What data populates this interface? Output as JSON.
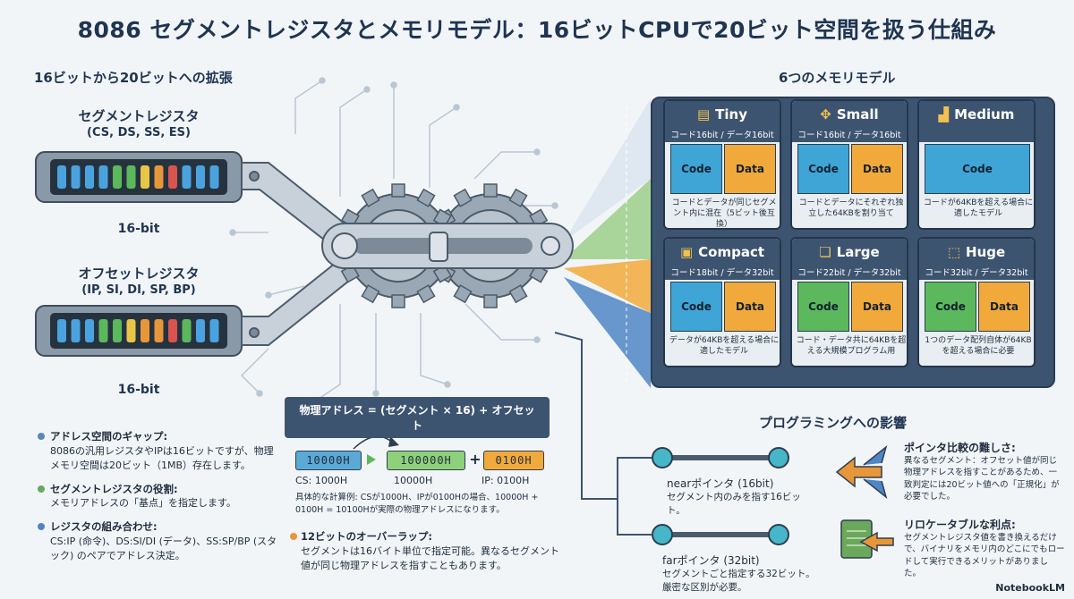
{
  "title": "8086 セグメントレジスタとメモリモデル：16ビットCPUで20ビット空間を扱う仕組み",
  "left_section_title": "16ビットから20ビットへの拡張",
  "segment_register": {
    "title": "セグメントレジスタ",
    "regs": "(CS, DS, SS, ES)",
    "bits": "16-bit"
  },
  "offset_register": {
    "title": "オフセットレジスタ",
    "regs": "(IP, SI, DI, SP, BP)",
    "bits": "16-bit"
  },
  "bullets": [
    {
      "title": "アドレス空間のギャップ:",
      "text": "8086の汎用レジスタやIPは16ビットですが、物理メモリ空間は20ビット（1MB）存在します。",
      "color": "#5b86b8"
    },
    {
      "title": "セグメントレジスタの役割:",
      "text": "メモリアドレスの「基点」を指定します。",
      "color": "#6aa85b"
    },
    {
      "title": "レジスタの組み合わせ:",
      "text": "CS:IP (命令)、DS:SI/DI (データ)、SS:SP/BP (スタック) のペアでアドレス決定。",
      "color": "#4f86c6"
    }
  ],
  "formula": {
    "label": "物理アドレス = (セグメント × 16) + オフセット",
    "cs_value": "10000H",
    "shifted_value": "100000H",
    "ip_value": "0100H",
    "plus": "+",
    "cs_caption": "CS: 1000H",
    "shifted_caption": "10000H",
    "ip_caption": "IP: 0100H",
    "example": "具体的な計算例: CSが1000H、IPが0100Hの場合、10000H + 0100H = 10100Hが実際の物理アドレスになります。",
    "overlap_title": "12ビットのオーバーラップ:",
    "overlap_text": "セグメントは16バイト単位で指定可能。異なるセグメント値が同じ物理アドレスを指すこともあります。",
    "overlap_color": "#e8963a"
  },
  "memory_models": {
    "title": "6つのメモリモデル",
    "items": [
      {
        "name": "Tiny",
        "icon": "document-icon",
        "spec": "コード16bit / データ16bit",
        "blocks": [
          "Code",
          "Data"
        ],
        "desc": "コードとデータが同じセグメント内に混在（5ビット後互換）"
      },
      {
        "name": "Small",
        "icon": "move-arrows-icon",
        "spec": "コード16bit / データ16bit",
        "blocks": [
          "Code",
          "Data"
        ],
        "desc": "コードとデータにそれぞれ独立した64KBを割り当て"
      },
      {
        "name": "Medium",
        "icon": "bar-chart-icon",
        "spec": "",
        "blocks": [
          "Code"
        ],
        "desc": "コードが64KBを超える場合に適したモデル"
      },
      {
        "name": "Compact",
        "icon": "window-icon",
        "spec": "コード18bit / データ32bit",
        "blocks": [
          "Code",
          "Data"
        ],
        "desc": "データが64KBを超える場合に適したモデル"
      },
      {
        "name": "Large",
        "icon": "file-stack-icon",
        "spec": "コード22bit / データ32bit",
        "blocks": [
          "Code",
          "Data"
        ],
        "desc": "コード・データ共に64KBを超える大規模プログラム用"
      },
      {
        "name": "Huge",
        "icon": "expand-file-icon",
        "spec": "コード32bit / データ32bit",
        "blocks": [
          "Code",
          "Data"
        ],
        "desc": "1つのデータ配列自体が64KBを超える場合に必要"
      }
    ]
  },
  "programming": {
    "title": "プログラミングへの影響",
    "near": {
      "title": "nearポインタ (16bit)",
      "text": "セグメント内のみを指す16ビット。"
    },
    "far": {
      "title": "farポインタ (32bit)",
      "text": "セグメントごと指定する32ビット。厳密な区別が必要。"
    },
    "compare": {
      "title": "ポインタ比較の難しさ:",
      "text": "異なるセグメント：オフセット値が同じ物理アドレスを指すことがあるため、一致判定には20ビット値への「正規化」が必要でした。"
    },
    "relocatable": {
      "title": "リロケータブルな利点:",
      "text": "セグメントレジスタ値を書き換えるだけで、バイナリをメモリ内のどこにでもロードして実行できるメリットがありました。"
    }
  },
  "brand": "NotebookLM",
  "colors": {
    "code": "#3ea5d6",
    "data": "#f2a93b",
    "code_green": "#5cb85c",
    "panel": "#3d5470"
  }
}
